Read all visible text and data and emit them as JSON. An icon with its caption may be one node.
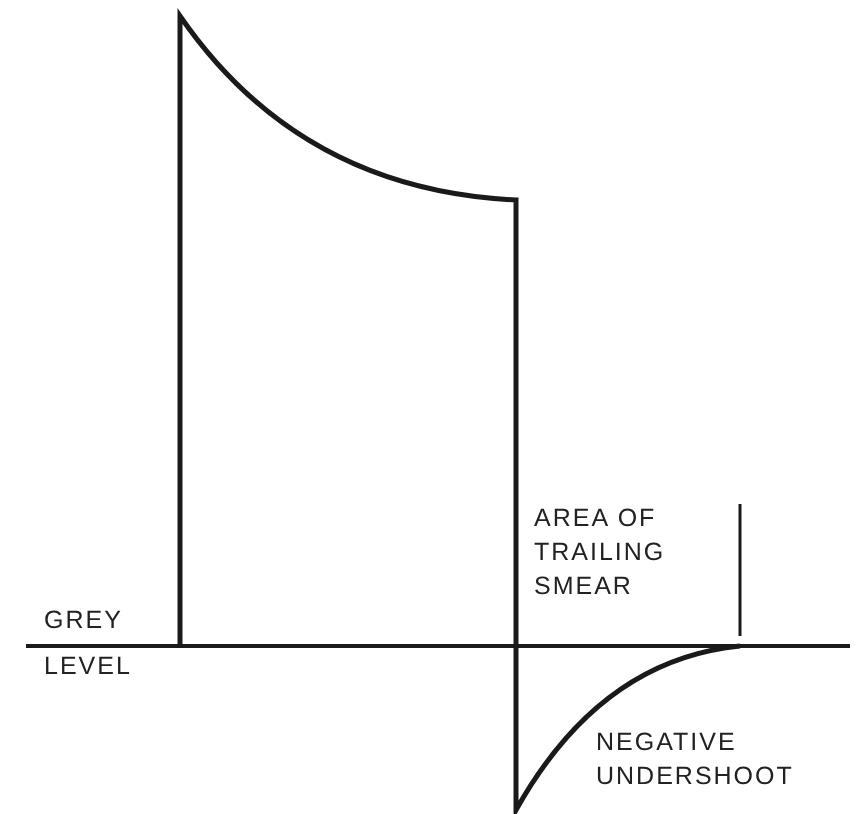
{
  "diagram": {
    "labels": [
      "GREY LEVEL",
      "AREA OF TRAILING SMEAR",
      "NEGATIVE UNDERSHOOT"
    ]
  }
}
